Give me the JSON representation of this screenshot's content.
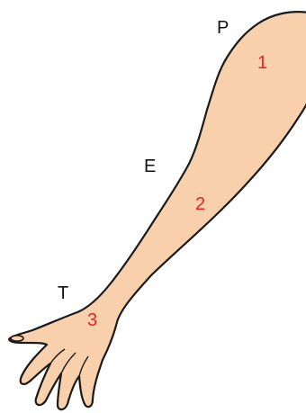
{
  "landmarks": [
    {
      "id": "shoulder",
      "label": "P"
    },
    {
      "id": "elbow",
      "label": "E"
    },
    {
      "id": "wrist",
      "label": "T"
    }
  ],
  "segments": [
    {
      "id": "upper-arm",
      "number": "1"
    },
    {
      "id": "forearm",
      "number": "2"
    },
    {
      "id": "hand",
      "number": "3"
    }
  ],
  "colors": {
    "skin": "#f8d0ac",
    "outline": "#1a1a1a",
    "segment_number": "#e8202a",
    "landmark_label": "#111111"
  }
}
